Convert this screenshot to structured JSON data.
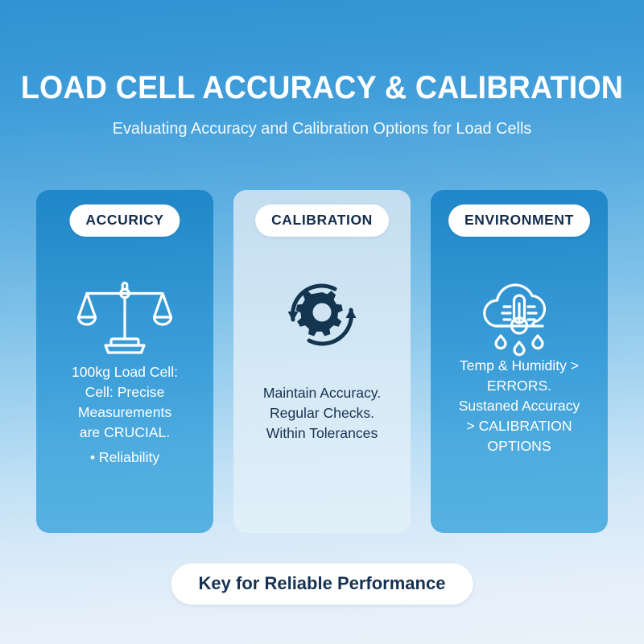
{
  "header": {
    "title": "LOAD CELL ACCURACY & CALIBRATION",
    "subtitle": "Evaluating Accuracy and Calibration Options for Load Cells"
  },
  "cards": [
    {
      "badge": "ACCURICY",
      "icon": "balance-scale-icon",
      "body": "100kg Load Cell:\nCell: Precise\nMeasurements\nare CRUCIAL.",
      "bullets": [
        "• Reliability"
      ],
      "theme": "dark"
    },
    {
      "badge": "CALIBRATION",
      "icon": "gear-refresh-icon",
      "body": "Maintain Accuracy.\nRegular Checks.\nWithin Tolerances",
      "bullets": [],
      "theme": "light"
    },
    {
      "badge": "ENVIRONMENT",
      "icon": "cloud-thermometer-rain-icon",
      "body": "Temp & Humidity >\nERRORS.\nSustaned Accuracy\n> CALIBRATION\nOPTIONS",
      "bullets": [],
      "theme": "dark"
    }
  ],
  "footer": {
    "label": "Key for Reliable Performance"
  },
  "colors": {
    "background_top": "#2f93d3",
    "background_bottom": "#e9f2fb",
    "card_dark_top": "#1f86c8",
    "card_dark_bottom": "#57b2e2",
    "card_light_top": "#c3ddf0",
    "card_light_bottom": "#e1f0f9",
    "badge_background": "#ffffff",
    "badge_text": "#132d4d",
    "icon_dark": "#143550",
    "icon_light": "#ffffff"
  }
}
